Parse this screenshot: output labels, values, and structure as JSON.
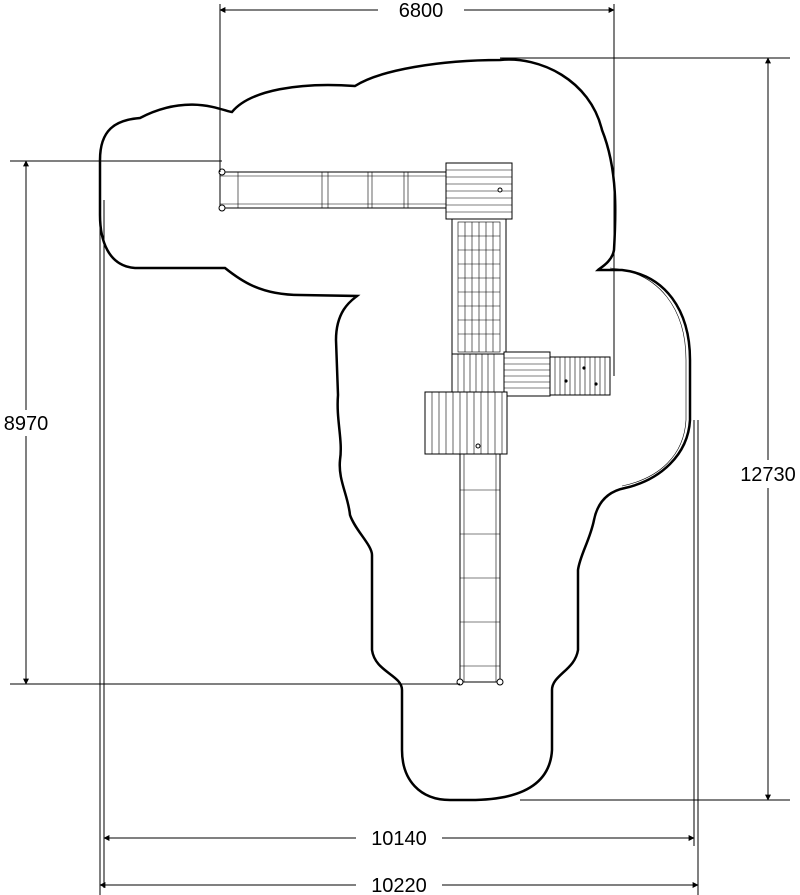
{
  "dimensions": {
    "top_width": "6800",
    "left_height": "8970",
    "right_height": "12730",
    "bottom_inner_width": "10140",
    "bottom_outer_width": "10220"
  }
}
